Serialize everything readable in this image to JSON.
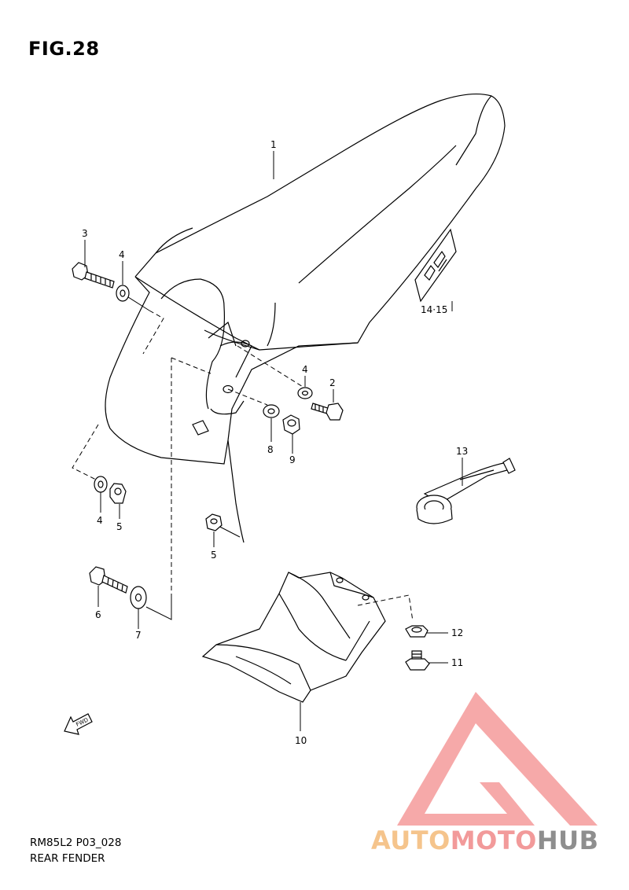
{
  "figure": {
    "title": "FIG.28",
    "code": "RM85L2 P03_028",
    "name": "REAR FENDER"
  },
  "callouts": {
    "p1": "1",
    "p2": "2",
    "p3": "3",
    "p4a": "4",
    "p4b": "4",
    "p4c": "4",
    "p5a": "5",
    "p5b": "5",
    "p6": "6",
    "p7": "7",
    "p8": "8",
    "p9": "9",
    "p10": "10",
    "p11": "11",
    "p12": "12",
    "p13": "13",
    "p14_15": "14·15"
  },
  "fwd_label": "FWD",
  "watermark": {
    "part1": "AUTO",
    "part2": "MOTO",
    "part3": "HUB",
    "colors": {
      "auto": "#f5c48c",
      "moto": "#f29a9a",
      "hub": "#8e8e8e",
      "logo": "#f29a9a"
    }
  }
}
